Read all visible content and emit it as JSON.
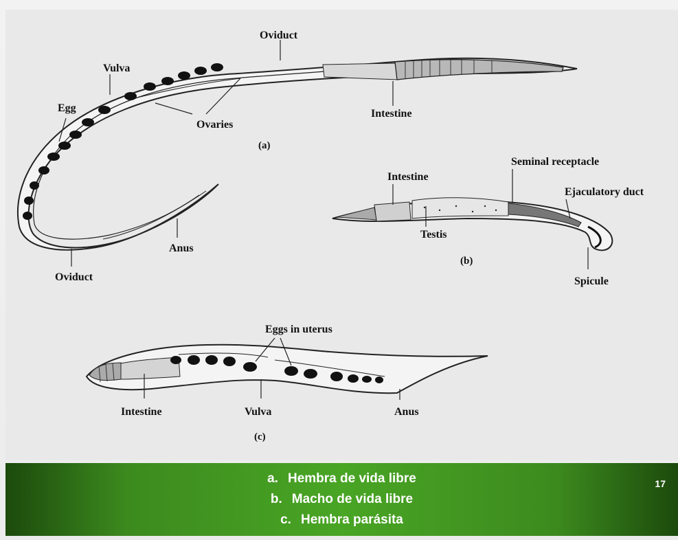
{
  "diagram": {
    "labels": {
      "a_oviduct_top": "Oviduct",
      "a_vulva": "Vulva",
      "a_egg": "Egg",
      "a_ovaries": "Ovaries",
      "a_intestine": "Intestine",
      "a_caption": "(a)",
      "a_anus": "Anus",
      "a_oviduct_bottom": "Oviduct",
      "b_intestine": "Intestine",
      "b_seminal_receptacle": "Seminal receptacle",
      "b_ejaculatory_duct": "Ejaculatory duct",
      "b_testis": "Testis",
      "b_caption": "(b)",
      "b_spicule": "Spicule",
      "c_eggs_in_uterus": "Eggs in uterus",
      "c_intestine": "Intestine",
      "c_vulva": "Vulva",
      "c_anus": "Anus",
      "c_caption": "(c)"
    }
  },
  "footer": {
    "items": [
      {
        "marker": "a.",
        "text": "Hembra de vida libre"
      },
      {
        "marker": "b.",
        "text": "Macho de vida libre"
      },
      {
        "marker": "c.",
        "text": "Hembra parásita"
      }
    ],
    "page_number": "17"
  },
  "colors": {
    "footer_green": "#49a524",
    "footer_dark": "#1c4a0c"
  }
}
